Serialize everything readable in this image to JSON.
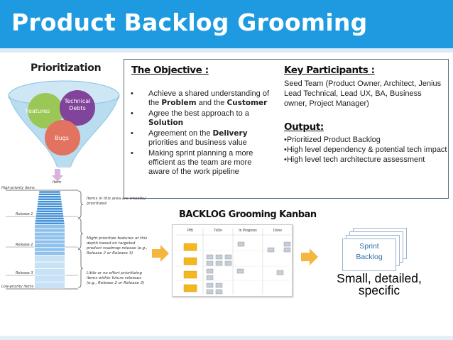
{
  "header": {
    "title": "Product Backlog Grooming"
  },
  "prioritization": {
    "title": "Prioritization",
    "features": "Features",
    "technical": "Technical",
    "debts": "Debts",
    "bugs": "Bugs"
  },
  "objective": {
    "heading": "The Objective :",
    "items": [
      {
        "pre": "Achieve a shared understanding of the ",
        "b1": "Problem",
        "mid": " and the ",
        "b2": "Customer",
        "post": ""
      },
      {
        "pre": "Agree the best approach to a ",
        "b1": "Solution",
        "mid": "",
        "b2": "",
        "post": ""
      },
      {
        "pre": "Agreement on the ",
        "b1": "Delivery",
        "mid": " priorities and business value",
        "b2": "",
        "post": ""
      },
      {
        "pre": "Making sprint planning a more efficient as the team are more aware of the work pipeline",
        "b1": "",
        "mid": "",
        "b2": "",
        "post": ""
      }
    ]
  },
  "participants": {
    "heading": "Key Participants :",
    "text": "Seed Team (Product Owner, Architect, Jenius Lead Technical, Lead UX, BA, Business owner, Project Manager)"
  },
  "output": {
    "heading": "Output:",
    "items": [
      "•Prioritized Product Backlog",
      "•High level dependency & potential tech impact",
      "•High level tech architecture assessment"
    ]
  },
  "backlog_figure": {
    "item": "Item",
    "high": "High-priority items",
    "low": "Low-priority items",
    "release1": "Release 1",
    "release2": "Release 2",
    "release3": "Release 3",
    "note1": "Items in this area are (mostly) prioritized",
    "note2": "Might prioritize features at this depth based on targeted product roadmap release (e.g., Release 2 or Release 3)",
    "note3": "Little or no effort prioritizing items within future releases (e.g., Release 2 or Release 3)"
  },
  "kanban": {
    "title": "BACKLOG Grooming Kanban",
    "columns": [
      "PBI",
      "ToDo",
      "In Progress",
      "Done"
    ]
  },
  "sprint": {
    "line1": "Sprint",
    "line2": "Backlog",
    "caption1": "Small, detailed,",
    "caption2": "specific"
  },
  "colors": {
    "header": "#1e9be0",
    "features": "#9bc757",
    "technical": "#7d3b96",
    "bugs": "#e37361",
    "funnel": "#b9dcef",
    "arrow": "#f5b63f",
    "sticky_yellow": "#f3b81f",
    "sticky_gray": "#c7cdd4"
  }
}
